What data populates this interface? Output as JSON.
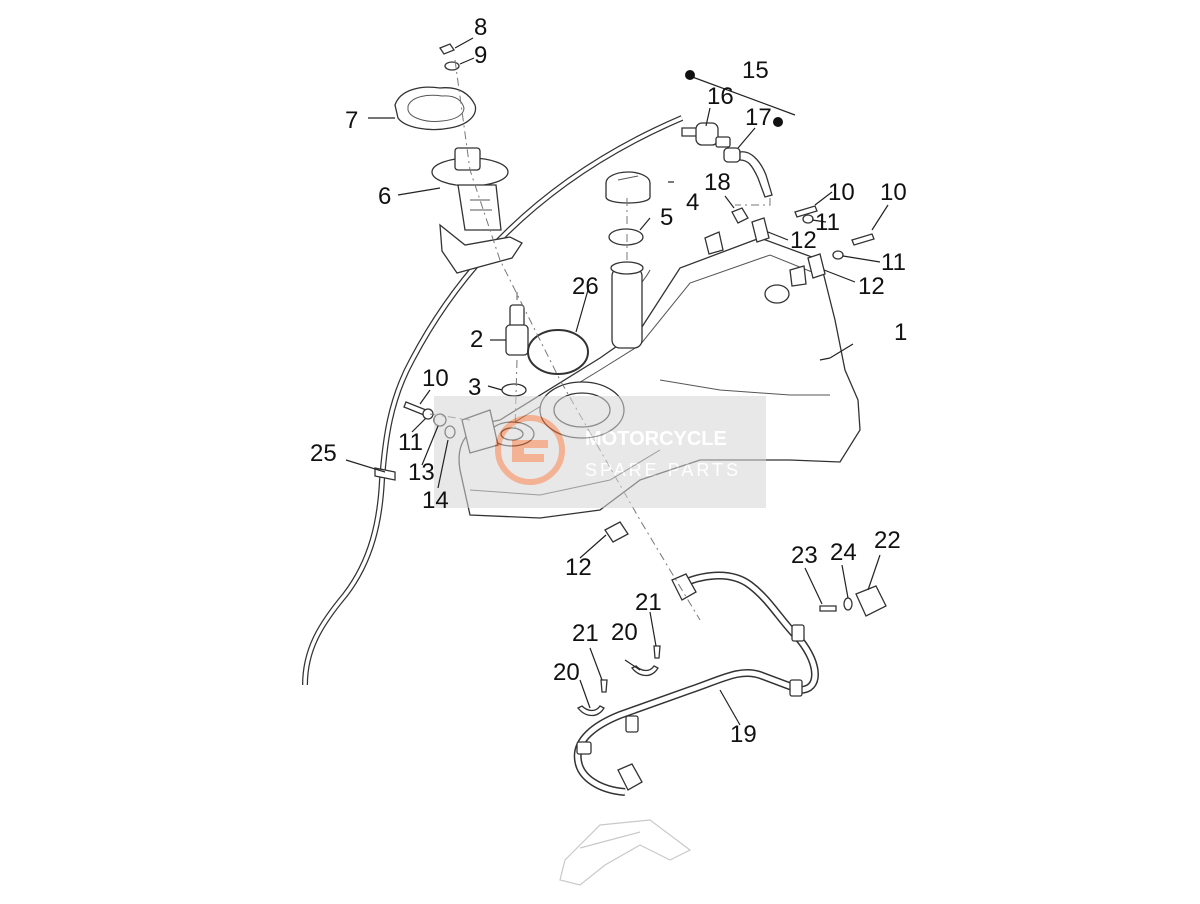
{
  "callouts": [
    "1",
    "2",
    "3",
    "4",
    "5",
    "6",
    "7",
    "8",
    "9",
    "10",
    "10",
    "10",
    "11",
    "11",
    "11",
    "12",
    "12",
    "12",
    "12",
    "13",
    "14",
    "15",
    "16",
    "17",
    "18",
    "19",
    "20",
    "20",
    "21",
    "21",
    "22",
    "23",
    "24",
    "25",
    "26"
  ],
  "watermark": {
    "line1": "MOTORCYCLE",
    "line2": "SPARE PARTS"
  },
  "colors": {
    "stroke": "#333333",
    "label": "#111111",
    "watermark_box": "#d6d6d6",
    "watermark_logo": "#e8743b"
  }
}
